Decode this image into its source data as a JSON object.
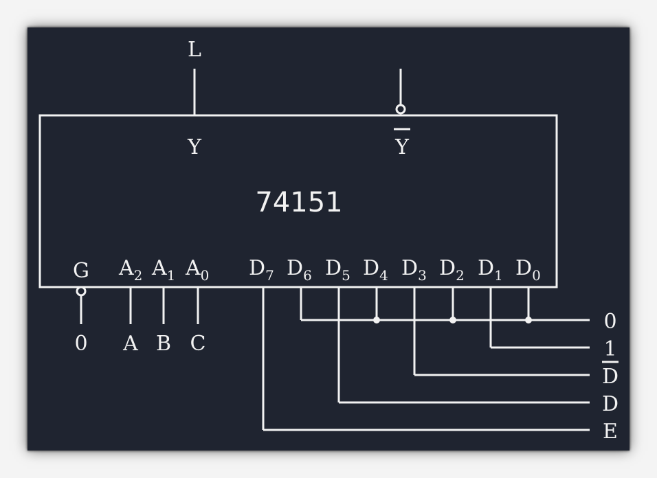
{
  "chip": {
    "label": "74151",
    "outputs": {
      "y": "Y",
      "y_bar": "Y"
    },
    "output_connections": {
      "y": "L"
    },
    "enable": {
      "pin": "G",
      "value": "0"
    },
    "select_pins": [
      {
        "base": "A",
        "sub": "2",
        "input": "A"
      },
      {
        "base": "A",
        "sub": "1",
        "input": "B"
      },
      {
        "base": "A",
        "sub": "0",
        "input": "C"
      }
    ],
    "data_pins": [
      {
        "base": "D",
        "sub": "7"
      },
      {
        "base": "D",
        "sub": "6"
      },
      {
        "base": "D",
        "sub": "5"
      },
      {
        "base": "D",
        "sub": "4"
      },
      {
        "base": "D",
        "sub": "3"
      },
      {
        "base": "D",
        "sub": "2"
      },
      {
        "base": "D",
        "sub": "1"
      },
      {
        "base": "D",
        "sub": "0"
      }
    ]
  },
  "data_inputs": [
    "0",
    "1",
    "D",
    "D",
    "E"
  ],
  "data_input_complemented": [
    false,
    false,
    true,
    false,
    false
  ],
  "colors": {
    "board": "#1f2430",
    "ink": "#f2f2f2",
    "page": "#f4f4f4"
  }
}
